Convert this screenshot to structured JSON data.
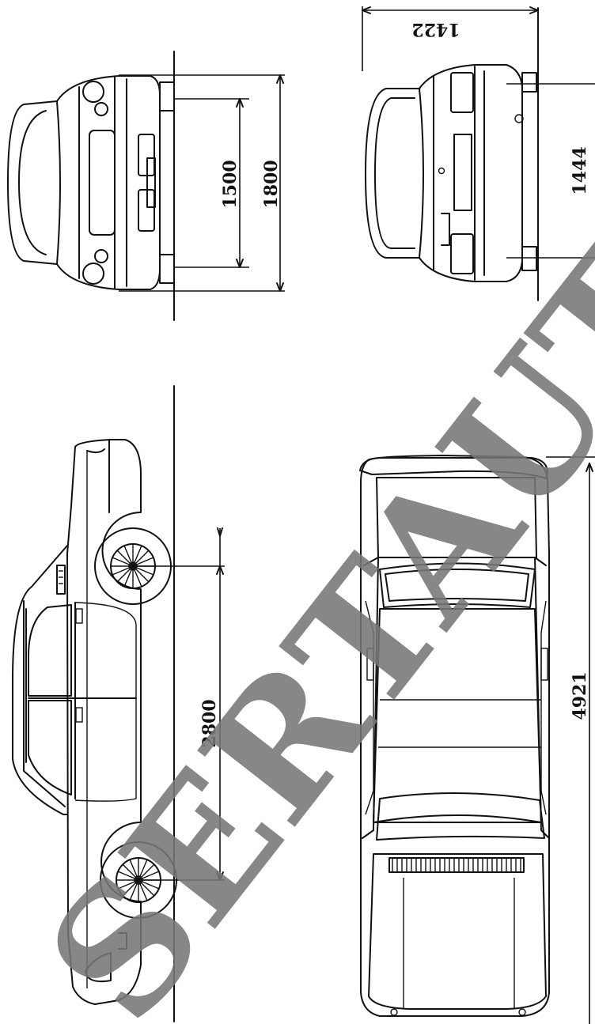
{
  "dimensions": {
    "wheelbase": "2800",
    "track_front": "1500",
    "overall_width": "1800",
    "track_rear": "1444",
    "overall_height": "1422",
    "overall_length": "4921"
  },
  "watermark": "SERTAUTO",
  "colors": {
    "line": "#111111",
    "watermark": "#777777",
    "background": "#ffffff"
  }
}
